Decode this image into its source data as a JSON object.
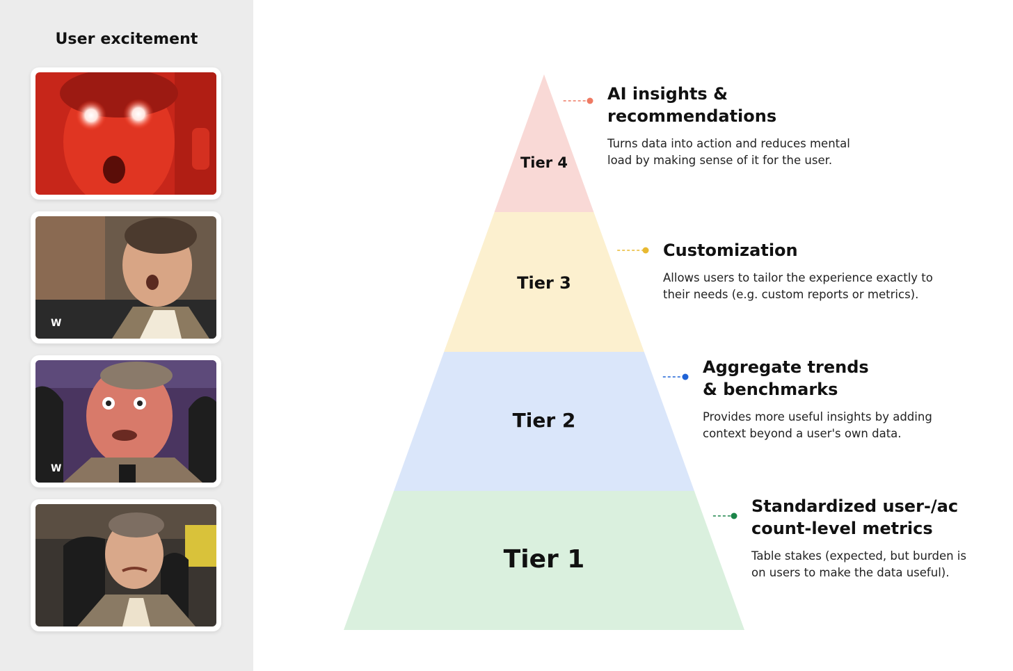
{
  "side_panel": {
    "title": "User excitement",
    "reactions": [
      {
        "icon": "red-glowing-eyes-reaction"
      },
      {
        "icon": "excited-reaction"
      },
      {
        "icon": "shocked-reaction"
      },
      {
        "icon": "unimpressed-reaction"
      }
    ]
  },
  "pyramid": {
    "tiers": [
      {
        "label": "Tier 4",
        "fill": "#f9d9d6",
        "dot": "#ee7a63",
        "heading": "AI insights & recommendations",
        "description": "Turns data into action and reduces mental load by making sense of it for the user."
      },
      {
        "label": "Tier 3",
        "fill": "#fcf0cf",
        "dot": "#e8b931",
        "heading": "Customization",
        "description": "Allows users to tailor the experience exactly to their needs (e.g. custom reports or metrics)."
      },
      {
        "label": "Tier 2",
        "fill": "#dae6fa",
        "dot": "#1f63d6",
        "heading": "Aggregate trends & benchmarks",
        "description": "Provides more useful insights by adding context beyond a user's own data."
      },
      {
        "label": "Tier 1",
        "fill": "#daf0de",
        "dot": "#1a8448",
        "heading": "Standardized user-/account-level metrics",
        "description": "Table stakes (expected, but burden is on users to make the data useful)."
      }
    ]
  }
}
